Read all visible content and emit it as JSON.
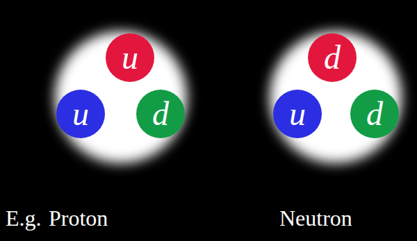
{
  "diagram": {
    "nodes": [
      {
        "text": [
          "Proton"
        ]
      },
      {
        "text": [
          "u"
        ],
        "in": 0
      },
      {
        "text": [
          "u"
        ],
        "in": 0
      },
      {
        "text": [
          "d"
        ],
        "in": 0
      },
      {
        "text": [
          "Neutron"
        ]
      },
      {
        "text": [
          "d"
        ],
        "in": 4
      },
      {
        "text": [
          "u"
        ],
        "in": 4
      },
      {
        "text": [
          "d"
        ],
        "in": 4
      }
    ],
    "labels": [
      "E.g."
    ]
  }
}
